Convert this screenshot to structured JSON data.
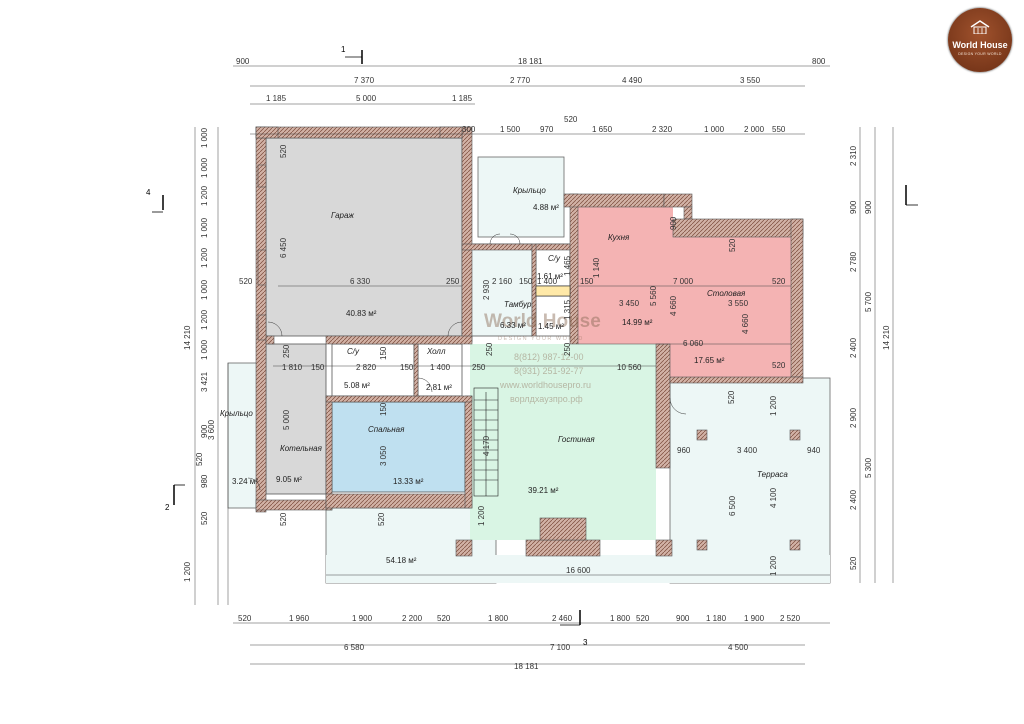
{
  "colors": {
    "kitchen": "#f4b3b3",
    "living": "#d9f5e4",
    "bedroom": "#bfe0f0",
    "porch": "#edf7f6",
    "terrace": "#edf7f6",
    "wall_hatch": "#b07a66",
    "gray_rooms": "#d8d8d8",
    "logo": "#8b3a1a"
  },
  "logo": {
    "name": "World House",
    "tagline": "DESIGN YOUR WORLD"
  },
  "watermark": {
    "name": "World House",
    "tagline": "DESIGN YOUR WORLD",
    "phone1": "8(812) 987-12-00",
    "phone2": "8(931) 251-92-77",
    "site1": "www.worldhousepro.ru",
    "site2": "ворлдхаузпро.рф"
  },
  "section_marks": {
    "m1": "1",
    "m2": "2",
    "m3": "3",
    "m4": "4"
  },
  "rooms": {
    "garage": {
      "name": "Гараж",
      "area": "40.83 м²"
    },
    "porch_top": {
      "name": "Крыльцо",
      "area": "4.88 м²"
    },
    "wc1": {
      "name": "С/у",
      "area": "1.61 м²"
    },
    "tambur": {
      "name": "Тамбур",
      "area": "6.33 м²"
    },
    "storage": {
      "area": "1.45 м²"
    },
    "kitchen": {
      "name": "Кухня",
      "area": "14.99 м²"
    },
    "dining": {
      "name": "Столовая",
      "area": "17.65 м²"
    },
    "wc2": {
      "name": "С/у",
      "area": "5.08 м²"
    },
    "hall": {
      "name": "Холл",
      "area": "2.81 м²"
    },
    "living": {
      "name": "Гостиная",
      "area": "39.21 м²"
    },
    "bedroom": {
      "name": "Спальная",
      "area": "13.33 м²"
    },
    "boiler": {
      "name": "Котельная",
      "area": "9.05 м²"
    },
    "porch_left": {
      "name": "Крыльцо",
      "area": "3.24 м²"
    },
    "terrace": {
      "name": "Терраса"
    },
    "terrace_area": {
      "area": "54.18 м²"
    }
  },
  "dims_top": {
    "r1": [
      "900",
      "18 181",
      "800"
    ],
    "r2": [
      "7 370",
      "2 770",
      "4 490",
      "3 550"
    ],
    "r3": [
      "1 185",
      "5 000",
      "1 185"
    ],
    "r4": [
      "520",
      "300",
      "1 500",
      "970",
      "1 650",
      "2 320",
      "1 000",
      "2 000",
      "550"
    ]
  },
  "dims_bottom": {
    "r1": [
      "520",
      "1 960",
      "1 900",
      "2 200",
      "520",
      "1 800",
      "2 460",
      "1 800",
      "520",
      "900",
      "1 180",
      "1 900",
      "2 520"
    ],
    "r2": [
      "6 580",
      "7 100",
      "4 500"
    ],
    "r3": [
      "18 181"
    ]
  },
  "dims_left": {
    "r1": [
      "1 000",
      "1 000",
      "1 200",
      "1 000",
      "1 200",
      "1 000",
      "1 200",
      "1 000"
    ],
    "r2": [
      "14 210"
    ],
    "r3": [
      "3 421"
    ],
    "r4": [
      "900",
      "3 600",
      "520",
      "980",
      "520",
      "1 200"
    ]
  },
  "dims_right": {
    "r1": [
      "2 310",
      "900",
      "900",
      "2 780",
      "2 400",
      "2 900",
      "2 400",
      "520"
    ],
    "r2": [
      "5 700",
      "5 300"
    ],
    "r3": [
      "14 210"
    ]
  },
  "dims_inner": {
    "garage_w": "6 330",
    "garage_h": "6 450",
    "garage_wall": "520",
    "garage_wall2": "520",
    "garage_r": "250",
    "tambur_h": "2 930",
    "tambur_w1": "2 160",
    "tambur_w2": "150",
    "tambur_w3": "1 400",
    "wc_w": "1 465",
    "wc_h": "1 315",
    "wc_w2": "1 140",
    "k150": "150",
    "kitchen_w": "3 450",
    "kitchen_h": "5 560",
    "kitchen_h2": "4 660",
    "kitchen_wall": "900",
    "dining_w": "7 000",
    "dining_w2": "3 550",
    "dining_h": "4 660",
    "dining_wall": "520",
    "dining_wall2": "520",
    "dining_wall3": "520",
    "dining_6060": "6 060",
    "wc2_w": "2 820",
    "wc2_150": "150",
    "wc2_150b": "150",
    "hall_w": "1 400",
    "boiler_w": "1 810",
    "boiler_150": "150",
    "boiler_h": "5 000",
    "b250": "250",
    "b250b": "250",
    "living_w": "10 560",
    "living_250": "250",
    "living_250b": "250",
    "living_4170": "4 170",
    "living_1200": "1 200",
    "bedroom_h": "3 050",
    "bedroom_150": "150",
    "t960": "960",
    "t3400": "3 400",
    "t940": "940",
    "t1200": "1 200",
    "t6500": "6 500",
    "t4100": "4 100",
    "t1200b": "1 200",
    "t520": "520",
    "terrace_16600": "16 600",
    "b520a": "520",
    "b520b": "520",
    "left_520": "520"
  }
}
